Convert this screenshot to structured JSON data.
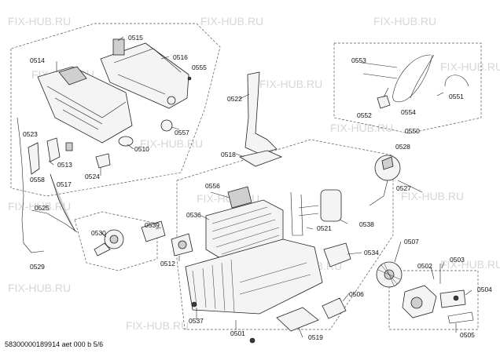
{
  "watermark": "FIX-HUB.RU",
  "footer": "58300000189914 aet 000 b 5/6",
  "labels": {
    "p0515": "0515",
    "p0514": "0514",
    "p0516": "0516",
    "p0555": "0555",
    "p0557": "0557",
    "p0510": "0510",
    "p0524": "0524",
    "p0523": "0523",
    "p0513": "0513",
    "p0558": "0558",
    "p0517": "0517",
    "p0525": "0525",
    "p0529": "0529",
    "p0522": "0522",
    "p0518": "0518",
    "p0553": "0553",
    "p0554": "0554",
    "p0551": "0551",
    "p0552": "0552",
    "p0550": "0550",
    "p0528": "0528",
    "p0527": "0527",
    "p0556": "0556",
    "p0536": "0536",
    "p0521": "0521",
    "p0538": "0538",
    "p0539": "0539",
    "p0530": "0530",
    "p0512": "0512",
    "p0534": "0534",
    "p0507": "0507",
    "p0503": "0503",
    "p0502": "0502",
    "p0504": "0504",
    "p0505": "0505",
    "p0506": "0506",
    "p0537": "0537",
    "p0501": "0501",
    "p0519": "0519"
  }
}
